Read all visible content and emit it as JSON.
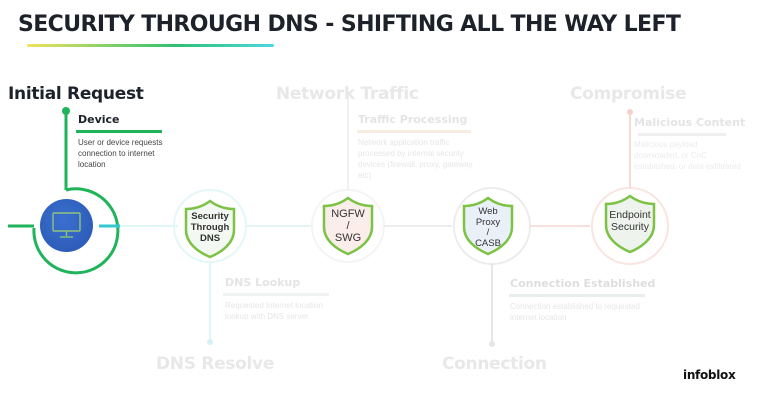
{
  "title": "SECURITY THROUGH DNS - SHIFTING ALL THE WAY LEFT",
  "stages": {
    "initial_request": "Initial Request",
    "network_traffic": "Network Traffic",
    "compromise": "Compromise",
    "dns_resolve": "DNS Resolve",
    "connection": "Connection"
  },
  "cards": {
    "device": {
      "title": "Device",
      "desc": "User or device requests connection to internet location"
    },
    "traffic_processing": {
      "title": "Traffic Processing",
      "desc": "Network application traffic processed by internal security devices (firewall, proxy, gateway etc)"
    },
    "malicious_content": {
      "title": "Malicious Content",
      "desc": "Malicious payload downloaded, or CnC established, or data exfiltrated"
    },
    "dns_lookup": {
      "title": "DNS Lookup",
      "desc": "Requested Internet location lookup with DNS server"
    },
    "connection_established": {
      "title": "Connection Established",
      "desc": "Connection established to requested internet location"
    }
  },
  "shields": {
    "security_through_dns": {
      "line1": "Security",
      "line2": "Through",
      "line3": "DNS"
    },
    "ngfw_swg": {
      "line1": "NGFW",
      "line2": "/",
      "line3": "SWG"
    },
    "web_proxy_casb": {
      "line1": "Web",
      "line2": "Proxy",
      "line3": "/",
      "line4": "CASB"
    },
    "endpoint_security": {
      "line1": "Endpoint",
      "line2": "Security"
    }
  },
  "icons": {
    "device": "monitor-icon",
    "shield": "shield-icon"
  },
  "colors": {
    "title": "#1d2129",
    "active_green": "#1fb45a",
    "device_blue": "#2f5fbf",
    "shield_border": "#7cc244",
    "faded_text": "#dcdcdc",
    "teal_line": "#bdeef0",
    "salmon_line": "#f6d9d4"
  },
  "brand": {
    "logo": "infoblox"
  }
}
